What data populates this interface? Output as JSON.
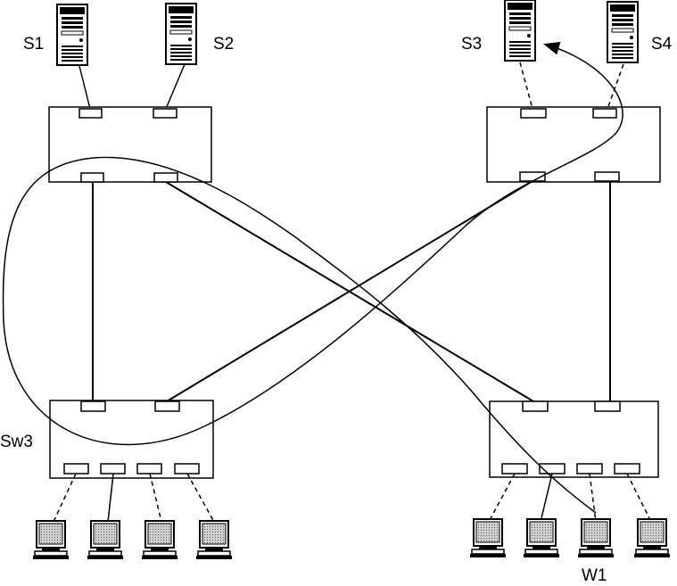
{
  "labels": {
    "s1": "S1",
    "s2": "S2",
    "s3": "S3",
    "s4": "S4",
    "sw3": "Sw3",
    "w1": "W1"
  },
  "colors": {
    "stroke": "#000000",
    "background": "#ffffff",
    "screen": "#a8a8a8"
  },
  "icons": {
    "server": "server-tower-icon",
    "workstation": "desktop-computer-icon",
    "switch": "network-switch-icon"
  }
}
